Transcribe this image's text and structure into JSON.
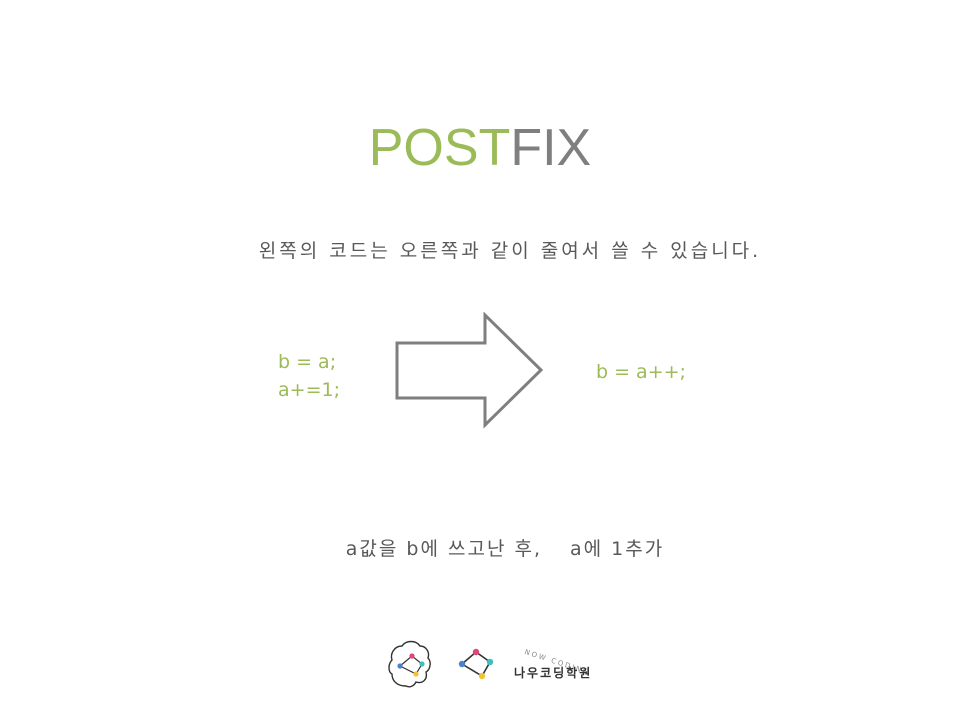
{
  "slide": {
    "title_part1": "POST",
    "title_part2": "FIX",
    "subtitle": "왼쪽의 코드는 오른쪽과 같이 줄여서 쓸 수 있습니다.",
    "code_left": [
      "b = a;",
      "a+=1;"
    ],
    "code_right": "b = a++;",
    "note_part1": "a값을 b에 쓰고난 후,",
    "note_part2": "a에 1추가"
  },
  "logo": {
    "eng": "NOW CODING",
    "kor": "나우코딩학원"
  },
  "colors": {
    "accent_green": "#9bbb59",
    "gray": "#7f7f7f",
    "text": "#595959"
  }
}
